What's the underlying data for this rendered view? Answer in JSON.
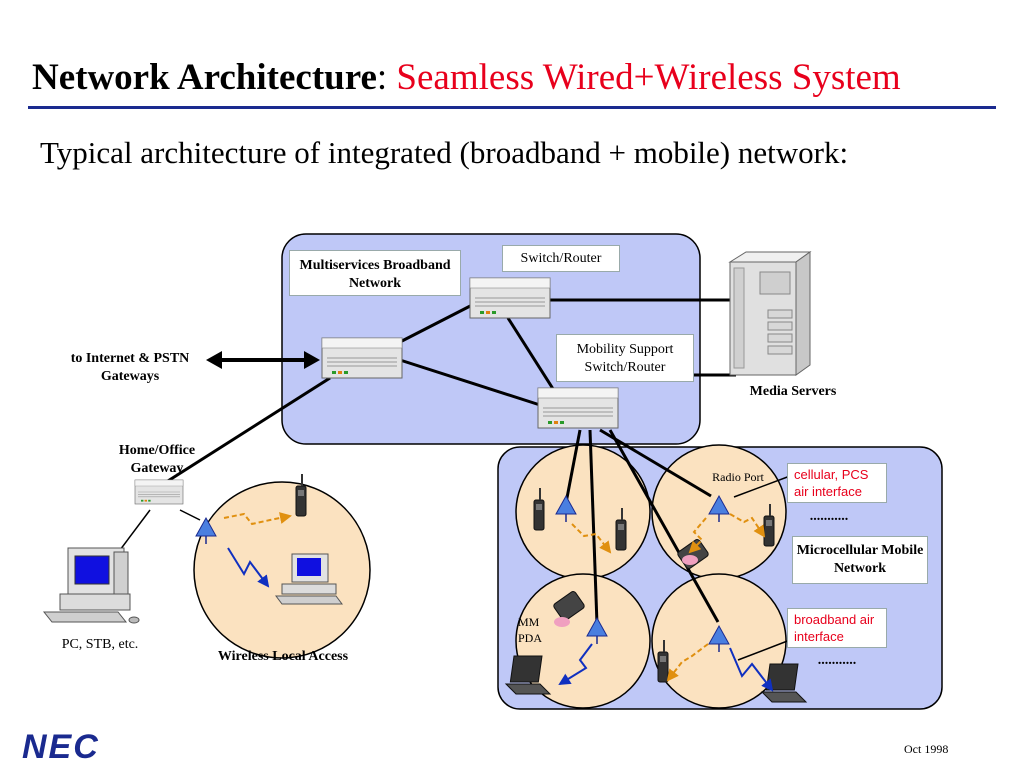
{
  "slide": {
    "title_bold": "Network Architecture",
    "title_sep": ": ",
    "title_red": "Seamless Wired+Wireless System",
    "subtitle": "Typical architecture of integrated (broadband + mobile) network:",
    "logo": "NEC",
    "date": "Oct 1998"
  },
  "labels": {
    "multiservices": "Multiservices Broadband  Network",
    "switch_router": "Switch/Router",
    "mobility": "Mobility Support Switch/Router",
    "internet": "to Internet & PSTN Gateways",
    "media": "Media Servers",
    "home_gateway": "Home/Office Gateway",
    "pc": "PC, STB, etc.",
    "wireless_local": "Wireless Local Access",
    "radio_port": "Radio Port",
    "cellular": "cellular, PCS air interface",
    "dots1": "...........",
    "microcellular": "Microcellular Mobile Network",
    "mm_pda": "MM PDA",
    "broadband_air": "broadband air interface",
    "dots2": "..........."
  },
  "colors": {
    "network_fill": "#bfc8f7",
    "cell_fill": "#fbe2c0",
    "title_red": "#e8001c",
    "rule_blue": "#1a2a8f",
    "antenna_blue": "#4a7fe0",
    "signal_blue": "#1030c0",
    "dash_orange": "#e09010"
  }
}
